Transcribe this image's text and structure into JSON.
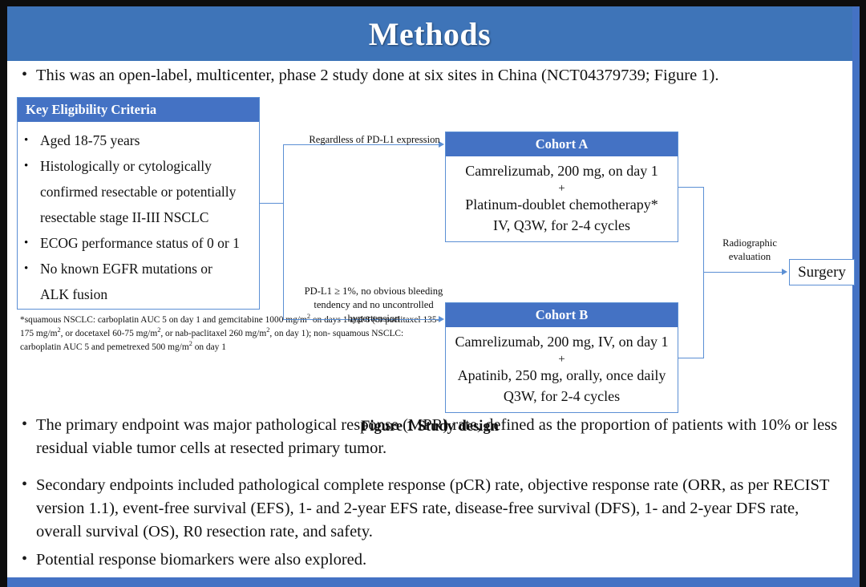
{
  "slide": {
    "title": "Methods",
    "title_bg": "#3E74B8",
    "accent_color": "#4472C4",
    "box_border_color": "#5B8FD4"
  },
  "lead_bullet": {
    "marker": "•",
    "text": "This was an open-label, multicenter, phase 2 study done at six sites in China (NCT04379739; Figure 1)."
  },
  "figure": {
    "caption": "Figure 1 Study design",
    "eligibility": {
      "header": "Key  Eligibility Criteria",
      "criteria": [
        "Aged 18-75 years",
        "Histologically or cytologically",
        "confirmed resectable or potentially",
        "resectable stage II-III  NSCLC",
        "ECOG performance status of 0 or 1",
        "No known EGFR mutations or",
        "ALK fusion"
      ],
      "bulleted": [
        true,
        true,
        false,
        false,
        true,
        true,
        false
      ]
    },
    "footnote": {
      "line1_a": "*squamous NSCLC: carboplatin AUC 5 on day 1 and gemcitabine 1000 mg/m",
      "line1_sup": "2",
      "line1_b": " on days 1 and 8 (or",
      "line2_a": "paclitaxel 135-175  mg/m",
      "line2_sup1": "2",
      "line2_b": ", or docetaxel 60-75 mg/m",
      "line2_sup2": "2",
      "line2_c": ", or nab-paclitaxel 260 mg/m",
      "line2_sup3": "2",
      "line2_d": ", on day 1); non-",
      "line3_a": "squamous NSCLC: carboplatin AUC 5 and pemetrexed 500 mg/m",
      "line3_sup": "2",
      "line3_b": " on day 1"
    },
    "annotations": {
      "top_branch": "Regardless  of PD-L1 expression",
      "bottom_branch": "PD-L1 ≥ 1%, no obvious bleeding tendency and no uncontrolled  hypertension",
      "radiographic": "Radiographic evaluation"
    },
    "cohort_a": {
      "header": "Cohort A",
      "line1": "Camrelizumab, 200 mg, on day 1",
      "plus": "+",
      "line2": "Platinum-doublet chemotherapy*",
      "line3": "IV, Q3W, for 2-4 cycles"
    },
    "cohort_b": {
      "header": "Cohort B",
      "line1": "Camrelizumab, 200 mg, IV, on day 1",
      "plus": "+",
      "line2": "Apatinib, 250 mg, orally, once daily",
      "line3": "Q3W, for 2-4 cycles"
    },
    "surgery": {
      "label": "Surgery"
    }
  },
  "bullets": [
    {
      "marker": "•",
      "text": "The primary endpoint was major pathological response (MPR) rate, defined as the proportion of patients with 10% or less residual viable tumor cells at resected primary tumor."
    },
    {
      "marker": "•",
      "text": "Secondary endpoints included pathological complete response (pCR) rate, objective response rate (ORR, as per RECIST version 1.1), event-free survival (EFS), 1- and 2-year EFS rate, disease-free survival (DFS), 1- and 2-year DFS rate, overall survival (OS), R0 resection rate, and safety."
    },
    {
      "marker": "•",
      "text": "Potential response biomarkers were also explored."
    }
  ]
}
